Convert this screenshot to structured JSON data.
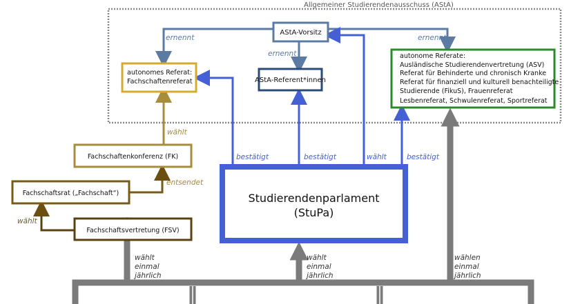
{
  "asta_header": "Allgemeiner Studierendenausschuss (AStA)",
  "nodes": {
    "asta_vorsitz": "AStA-Vorsitz",
    "asta_referenten": "AStA-Referent*innen",
    "fachschaftenreferat": [
      "autonomes Referat:",
      "Fachschaftenreferat"
    ],
    "autonome_referate": [
      "autonome Referate:",
      "Ausländische Studierendenvertretung (ASV)",
      "Referat für Behinderte und chronisch Kranke",
      "Referat für finanziell und kulturell benachteiligte",
      "Studierende (FikuS), Frauenreferat",
      "Lesbenreferat, Schwulenreferat, Sportreferat"
    ],
    "stupa": [
      "Studierendenparlament",
      "(StuPa)"
    ],
    "fk": "Fachschaftenkonferenz (FK)",
    "fachschaftsrat": "Fachschaftsrat („Fachschaft“)",
    "fsv": "Fachschaftsvertretung (FSV)"
  },
  "edges": {
    "ernennt_left": "ernennt",
    "ernennt_mid": "ernennt",
    "ernennt_right": "ernennt",
    "bestaetigt_1": "bestätigt",
    "bestaetigt_2": "bestätigt",
    "waehlt_vorsitz": "wählt",
    "bestaetigt_3": "bestätigt",
    "waehlt_fk": "wählt",
    "entsendet": "entsendet",
    "waehlt_fr": "wählt",
    "waehlt_fsv": [
      "wählt",
      "einmal",
      "jährlich"
    ],
    "waehlt_stupa": [
      "wählt",
      "einmal",
      "jährlich"
    ],
    "waehlen_referate": [
      "wählen",
      "einmal",
      "jährlich"
    ]
  },
  "colors": {
    "steel": "#5b7ba3",
    "navy": "#2c4a78",
    "blue": "#4560d4",
    "gold": "#d6aa2c",
    "green": "#2b8a2b",
    "olive": "#a68c3c",
    "brown": "#7a5a12",
    "darkbrown": "#5a4210",
    "gray": "#7b7b7b"
  }
}
